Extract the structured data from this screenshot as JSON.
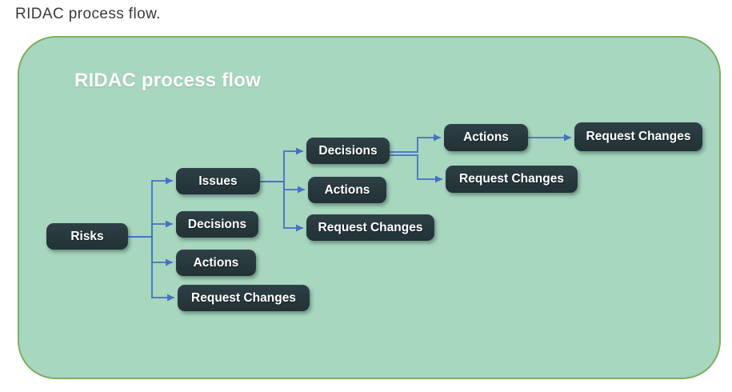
{
  "caption": "RIDAC process flow.",
  "diagram": {
    "title": "RIDAC process flow",
    "nodes": [
      {
        "id": "risks",
        "label": "Risks",
        "level": 1
      },
      {
        "id": "issues",
        "label": "Issues",
        "level": 2
      },
      {
        "id": "decisions-2",
        "label": "Decisions",
        "level": 2
      },
      {
        "id": "actions-2",
        "label": "Actions",
        "level": 2
      },
      {
        "id": "request-changes-2",
        "label": "Request Changes",
        "level": 2
      },
      {
        "id": "decisions-3",
        "label": "Decisions",
        "level": 3
      },
      {
        "id": "actions-3",
        "label": "Actions",
        "level": 3
      },
      {
        "id": "request-changes-3",
        "label": "Request Changes",
        "level": 3
      },
      {
        "id": "actions-4",
        "label": "Actions",
        "level": 4
      },
      {
        "id": "request-changes-4",
        "label": "Request Changes",
        "level": 4
      },
      {
        "id": "request-changes-5",
        "label": "Request Changes",
        "level": 5
      }
    ],
    "edges": [
      {
        "from": "risks",
        "to": "issues"
      },
      {
        "from": "risks",
        "to": "decisions-2"
      },
      {
        "from": "risks",
        "to": "actions-2"
      },
      {
        "from": "risks",
        "to": "request-changes-2"
      },
      {
        "from": "issues",
        "to": "decisions-3"
      },
      {
        "from": "issues",
        "to": "actions-3"
      },
      {
        "from": "issues",
        "to": "request-changes-3"
      },
      {
        "from": "decisions-3",
        "to": "actions-4"
      },
      {
        "from": "decisions-3",
        "to": "request-changes-4"
      },
      {
        "from": "actions-4",
        "to": "request-changes-5"
      }
    ],
    "colors": {
      "canvas_fill": "#A7D7BF",
      "canvas_border": "#7DAE5E",
      "node_fill": "#27383C",
      "node_text": "#FFFFFF",
      "connector": "#4472C4",
      "title_text": "#FFFFFF",
      "caption_text": "#3B3B3B"
    }
  }
}
